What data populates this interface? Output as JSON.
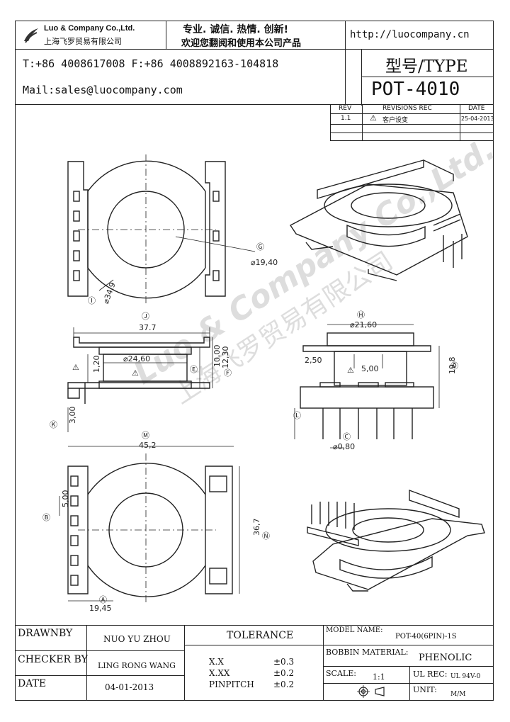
{
  "header": {
    "company_name_en": "Luo & Company Co.,Ltd.",
    "company_name_cn": "上海飞罗贸易有限公司",
    "slogan_line1": "专业. 诚信.  热情.  创新!",
    "slogan_line2": "欢迎您翻阅和使用本公司产品",
    "website": "http://luocompany.cn",
    "phone_fax": "T:+86 4008617008 F:+86 4008892163-104818",
    "email": "Mail:sales@luocompany.com",
    "type_label": "型号/TYPE",
    "type_value": "POT-4010"
  },
  "revisions": {
    "col_rev": "REV",
    "col_rec": "REVISIONS REC",
    "col_date": "DATE",
    "rows": [
      {
        "rev": "1.1",
        "rec": "客户设变",
        "date": "25-04-2013"
      }
    ]
  },
  "watermark": {
    "line1": "Luo & Company Co.,Ltd.",
    "line2": "上海飞罗贸易有限公司"
  },
  "drawing": {
    "top_view": {
      "dia_outer_label": "Ⓘ",
      "dia_outer": "⌀34,9",
      "dia_inner_label": "Ⓖ",
      "dia_inner": "⌀19,40"
    },
    "side_view": {
      "width_label": "Ⓙ",
      "width": "37.7",
      "dia": "⌀24,60",
      "h1": "1,20",
      "h2_label": "Ⓔ",
      "h2": "10,00",
      "h3_label": "Ⓕ",
      "h3": "12,30",
      "pin_label": "Ⓚ",
      "pin": "3,00"
    },
    "front_view": {
      "dia_label": "Ⓗ",
      "dia": "⌀21,60",
      "d1": "2,50",
      "d2": "5,00",
      "height_label": "Ⓓ",
      "height": "19,8",
      "pin_len_label": "Ⓛ",
      "pin_dia_label": "Ⓒ",
      "pin_dia": "⌀0,80"
    },
    "bottom_view": {
      "width_label": "Ⓜ",
      "width": "45,2",
      "pitch_label": "Ⓑ",
      "pitch": "5,00",
      "depth_label": "Ⓝ",
      "depth": "36,7",
      "foot_label": "Ⓐ",
      "foot": "19,45"
    }
  },
  "footer": {
    "drawnby_label": "DRAWNBY",
    "drawnby_value": "NUO YU ZHOU",
    "checker_label": "CHECKER BY",
    "checker_value": "LING RONG WANG",
    "date_label": "DATE",
    "date_value": "04-01-2013",
    "tolerance_label": "TOLERANCE",
    "tol_rows": [
      {
        "k": "X.X",
        "v": "±0.3"
      },
      {
        "k": "X.XX",
        "v": "±0.2"
      },
      {
        "k": "PINPITCH",
        "v": "±0.2"
      }
    ],
    "model_label": "MODEL NAME:",
    "model_value": "POT-40(6PIN)-1S",
    "bobbin_label": "BOBBIN MATERIAL:",
    "bobbin_value": "PHENOLIC",
    "scale_label": "SCALE:",
    "scale_value": "1:1",
    "ulrec_label": "UL REC:",
    "ulrec_value": "UL 94V-0",
    "unit_label": "UNIT:",
    "unit_value": "M/M"
  }
}
